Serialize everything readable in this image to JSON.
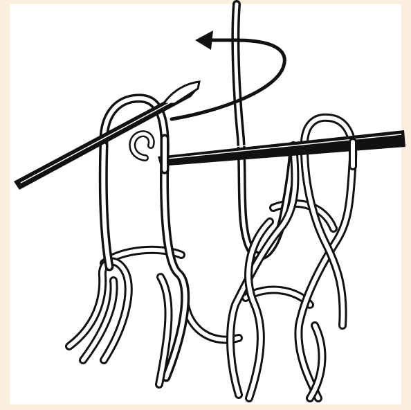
{
  "figure": {
    "kind": "knitting-stitch-illustration",
    "background_color": "#fbeede",
    "panel_color": "#ffffff",
    "ink_color": "#111111",
    "elements": [
      "knitting-needle",
      "working-yarn",
      "wrap-direction-arrow",
      "stitch-loops"
    ]
  }
}
